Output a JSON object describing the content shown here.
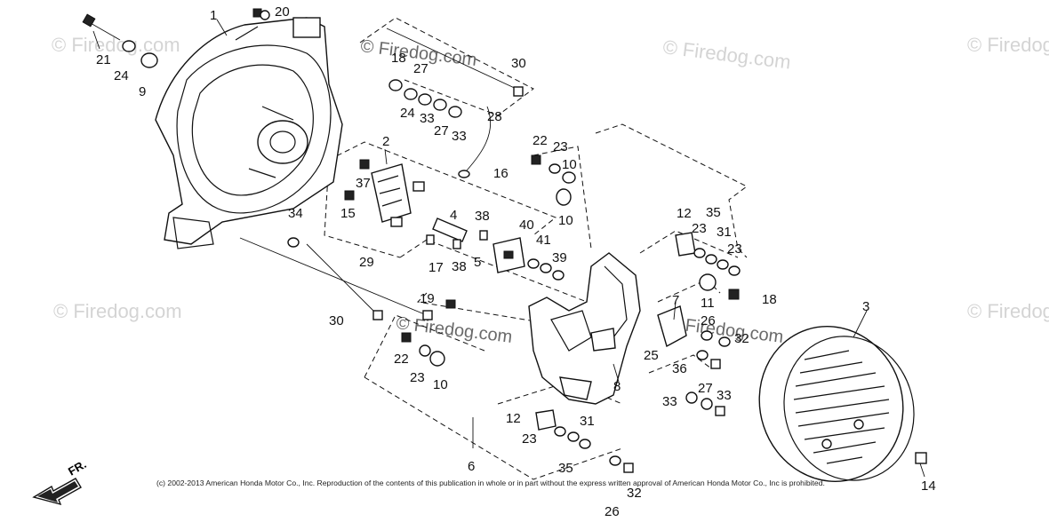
{
  "watermark": {
    "text": "© Firedog.com"
  },
  "copyright": "(c) 2002-2013 American Honda Motor Co., Inc. Reproduction of the contents of this publication in whole or in part without the express written approval of American Honda Motor Co., Inc is prohibited.",
  "direction_label": "FR.",
  "callouts": {
    "c1": "1",
    "c2": "2",
    "c3": "3",
    "c4": "4",
    "c5": "5",
    "c6": "6",
    "c7": "7",
    "c8": "8",
    "c9": "9",
    "c10a": "10",
    "c10b": "10",
    "c10c": "10",
    "c11": "11",
    "c12a": "12",
    "c12b": "12",
    "c14": "14",
    "c15": "15",
    "c16": "16",
    "c17": "17",
    "c18a": "18",
    "c18b": "18",
    "c19": "19",
    "c20": "20",
    "c21": "21",
    "c22a": "22",
    "c22b": "22",
    "c23a": "23",
    "c23b": "23",
    "c23c": "23",
    "c23d": "23",
    "c23e": "23",
    "c24a": "24",
    "c24b": "24",
    "c25": "25",
    "c26a": "26",
    "c26b": "26",
    "c27a": "27",
    "c27b": "27",
    "c27c": "27",
    "c28": "28",
    "c29": "29",
    "c30a": "30",
    "c30b": "30",
    "c31a": "31",
    "c31b": "31",
    "c32a": "32",
    "c32b": "32",
    "c33a": "33",
    "c33b": "33",
    "c33c": "33",
    "c33d": "33",
    "c34": "34",
    "c35a": "35",
    "c35b": "35",
    "c36": "36",
    "c37": "37",
    "c38a": "38",
    "c38b": "38",
    "c39": "39",
    "c40": "40",
    "c41": "41"
  }
}
